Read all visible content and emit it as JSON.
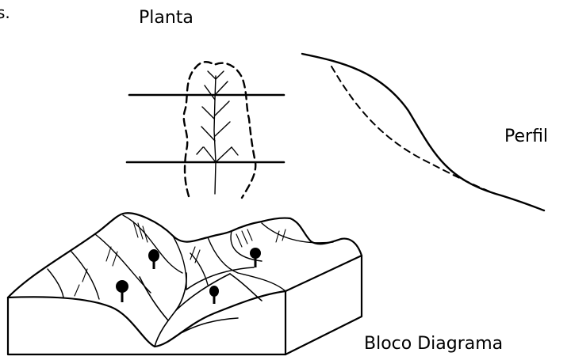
{
  "labels": {
    "fragment": "s.",
    "planta": "Planta",
    "perfil": "Perfil",
    "bloco": "Bloco Diagrama"
  },
  "colors": {
    "ink": "#000000",
    "background": "#ffffff"
  }
}
